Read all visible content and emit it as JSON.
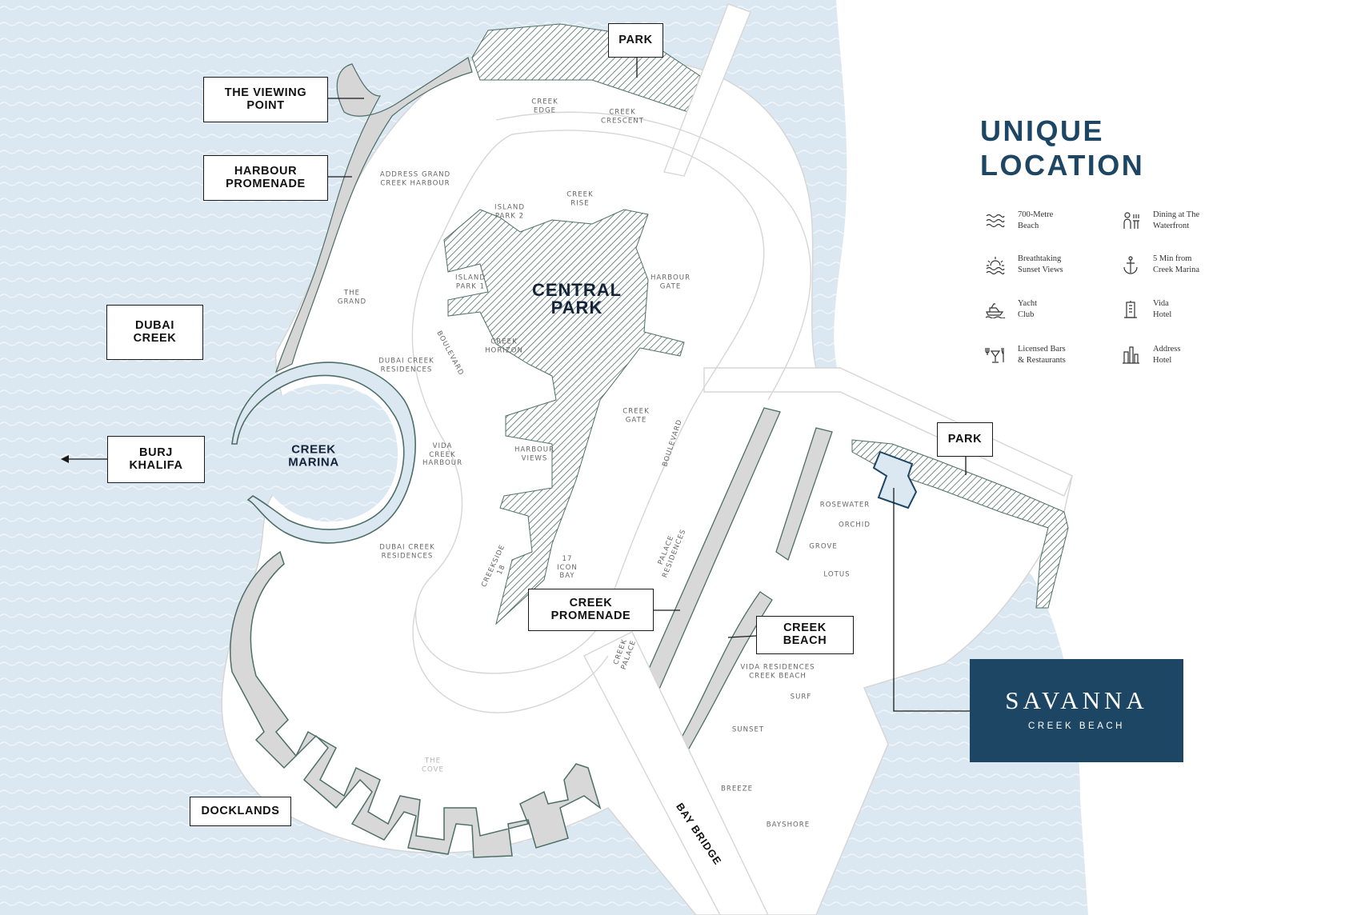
{
  "heading": {
    "line1": "UNIQUE",
    "line2": "LOCATION"
  },
  "callouts": {
    "park_top": "PARK",
    "viewing_point": "THE VIEWING\nPOINT",
    "harbour_promenade": "HARBOUR\nPROMENADE",
    "dubai_creek": "DUBAI\nCREEK",
    "burj_khalifa": "BURJ\nKHALIFA",
    "docklands": "DOCKLANDS",
    "creek_promenade": "CREEK\nPROMENADE",
    "creek_beach": "CREEK\nBEACH",
    "park_right": "PARK"
  },
  "map_labels": {
    "creek_edge": "CREEK\nEDGE",
    "creek_crescent": "CREEK\nCRESCENT",
    "address_grand": "ADDRESS GRAND\nCREEK HARBOUR",
    "island_park_2": "ISLAND\nPARK 2",
    "creek_rise": "CREEK\nRISE",
    "island_park_1": "ISLAND\nPARK 1",
    "central_park": "CENTRAL\nPARK",
    "harbour_gate": "HARBOUR\nGATE",
    "the_grand": "THE\nGRAND",
    "dubai_creek_res_1": "DUBAI CREEK\nRESIDENCES",
    "boulevard_1": "BOULEVARD",
    "creek_horizon": "CREEK\nHORIZON",
    "creek_marina": "CREEK\nMARINA",
    "vida_creek_harbour": "VIDA\nCREEK\nHARBOUR",
    "harbour_views": "HARBOUR\nVIEWS",
    "creek_gate": "CREEK\nGATE",
    "boulevard_2": "BOULEVARD",
    "dubai_creek_res_2": "DUBAI CREEK\nRESIDENCES",
    "creekside_18": "CREEKSIDE\n18",
    "icon_bay": "17\nICON\nBAY",
    "palace_residences": "PALACE\nRESIDENCES",
    "creek_palace": "CREEK\nPALACE",
    "rosewater": "ROSEWATER",
    "orchid": "ORCHID",
    "grove": "GROVE",
    "lotus": "LOTUS",
    "vida_res_beach": "VIDA RESIDENCES\nCREEK BEACH",
    "surf": "SURF",
    "sunset": "SUNSET",
    "breeze": "BREEZE",
    "bayshore": "BAYSHORE",
    "the_cove": "THE\nCOVE",
    "bay_bridge": "BAY BRIDGE"
  },
  "features": [
    {
      "icon": "waves-icon",
      "text": "700-Metre\nBeach"
    },
    {
      "icon": "dining-icon",
      "text": "Dining at The\nWaterfront"
    },
    {
      "icon": "sunset-icon",
      "text": "Breathtaking\nSunset Views"
    },
    {
      "icon": "anchor-icon",
      "text": "5 Min from\nCreek Marina"
    },
    {
      "icon": "yacht-icon",
      "text": "Yacht\nClub"
    },
    {
      "icon": "hotel-icon",
      "text": "Vida\nHotel"
    },
    {
      "icon": "cocktail-icon",
      "text": "Licensed Bars\n& Restaurants"
    },
    {
      "icon": "tower-icon",
      "text": "Address\nHotel"
    }
  ],
  "brand": {
    "name": "SAVANNA",
    "sub": "CREEK BEACH"
  },
  "colors": {
    "water": "#dbe8f1",
    "navy": "#1d4664",
    "park_hatch": "#4d6e66",
    "land_edge": "#d6d6d6"
  }
}
